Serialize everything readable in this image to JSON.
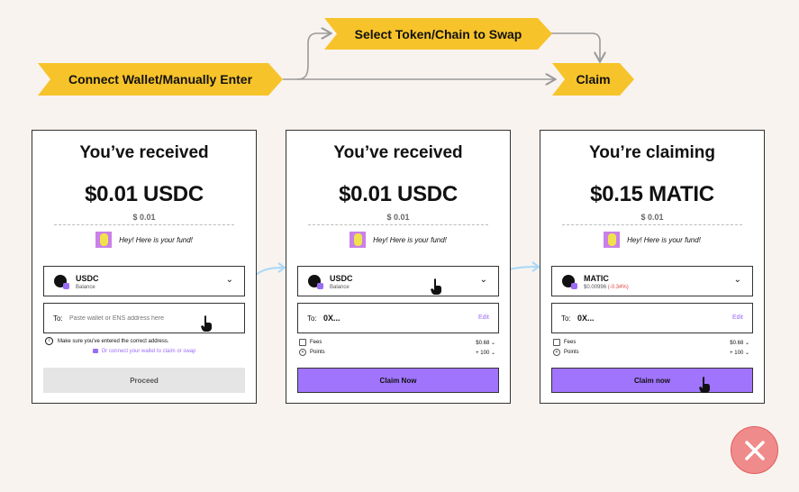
{
  "flow": {
    "step1": "Connect Wallet/Manually Enter",
    "step2": "Select Token/Chain to Swap",
    "step3": "Claim",
    "colors": {
      "banner": "#f7c32a",
      "arrow": "#9a9a9a",
      "connector": "#a6d9f7"
    }
  },
  "cards": [
    {
      "title": "You’ve received",
      "amount": "$0.01 USDC",
      "sub_amount": "$ 0.01",
      "message": "Hey! Here is your fund!",
      "token": {
        "name": "USDC",
        "sub": "Balance"
      },
      "to_label": "To:",
      "to_placeholder": "Paste wallet or ENS address here",
      "warning": "Make sure you've entered the correct address.",
      "connect_link": "Or connect your wallet to claim or swap",
      "button": "Proceed"
    },
    {
      "title": "You’ve received",
      "amount": "$0.01 USDC",
      "sub_amount": "$ 0.01",
      "message": "Hey! Here is your fund!",
      "token": {
        "name": "USDC",
        "sub": "Balance"
      },
      "to_label": "To:",
      "to_value": "0X...",
      "edit": "Edit",
      "fees_label": "Fees",
      "fees_value": "$0.68",
      "points_label": "Points",
      "points_value": "+ 100",
      "button": "Claim Now"
    },
    {
      "title": "You’re claiming",
      "amount": "$0.15 MATIC",
      "sub_amount": "$ 0.01",
      "message": "Hey! Here is your fund!",
      "token": {
        "name": "MATIC",
        "price": "$0.00996",
        "change": "(-0.34%)"
      },
      "to_label": "To:",
      "to_value": "0X...",
      "edit": "Edit",
      "fees_label": "Fees",
      "fees_value": "$0.68",
      "points_label": "Points",
      "points_value": "+ 100",
      "button": "Claim now"
    }
  ],
  "status": {
    "icon": "close-icon",
    "color": "#f08b8b"
  }
}
